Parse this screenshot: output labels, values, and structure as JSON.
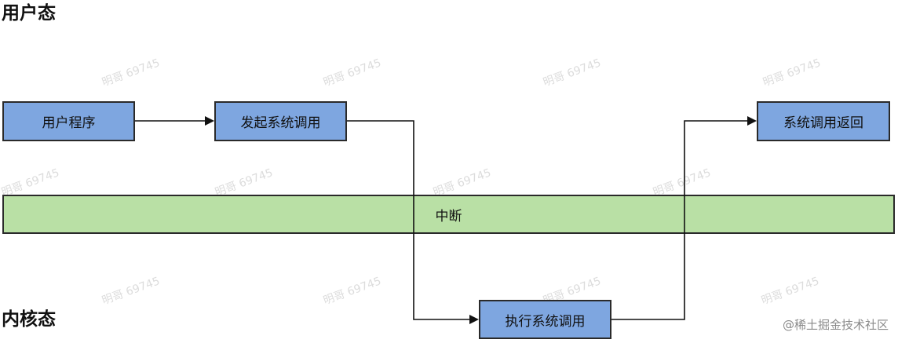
{
  "zones": {
    "user_mode": "用户态",
    "kernel_mode": "内核态"
  },
  "nodes": {
    "user_program": "用户程序",
    "syscall_start": "发起系统调用",
    "syscall_return": "系统调用返回",
    "interrupt": "中断",
    "exec_syscall": "执行系统调用"
  },
  "watermark": {
    "text": "明哥 69745"
  },
  "credit": "@稀土掘金技术社区",
  "colors": {
    "node_blue": "#7ea6e0",
    "node_green": "#b9e0a5",
    "border": "#2a2a2a"
  }
}
